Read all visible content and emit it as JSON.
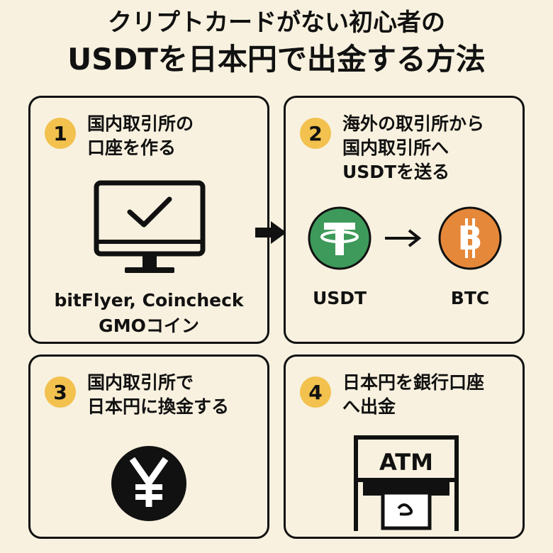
{
  "title": {
    "line1": "クリプトカードがない初心者の",
    "line2": "USDTを日本円で出金する方法"
  },
  "steps": [
    {
      "number": "1",
      "lines": [
        "国内取引所の",
        "口座を作る"
      ],
      "caption": [
        "bitFlyer, Coincheck",
        "GMOコイン"
      ],
      "icon": "monitor-check-icon"
    },
    {
      "number": "2",
      "lines": [
        "海外の取引所から",
        "国内取引所へ",
        "USDTを送る"
      ],
      "coins": [
        {
          "label": "USDT",
          "icon": "tether-icon",
          "color": "#3e9a5a"
        },
        {
          "label": "BTC",
          "icon": "bitcoin-icon",
          "color": "#e6883a"
        }
      ]
    },
    {
      "number": "3",
      "lines": [
        "国内取引所で",
        "日本円に換金する"
      ],
      "icon": "yen-icon"
    },
    {
      "number": "4",
      "lines": [
        "日本円を銀行口座",
        "へ出金"
      ],
      "atm_label": "ATM",
      "icon": "atm-icon"
    }
  ],
  "colors": {
    "background": "#f8f1df",
    "badge": "#f2c14e",
    "tether": "#3e9a5a",
    "bitcoin": "#e6883a"
  }
}
